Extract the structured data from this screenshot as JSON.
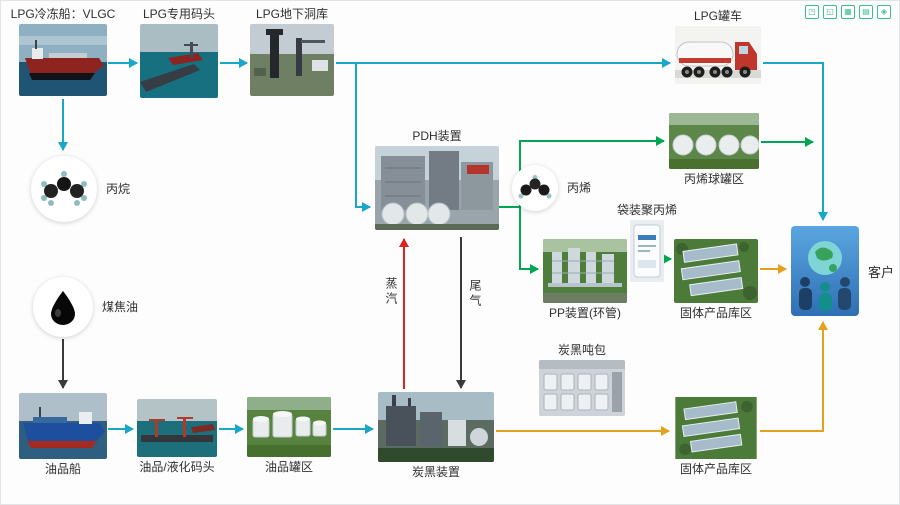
{
  "colors": {
    "teal": "#18a7c9",
    "green": "#00a651",
    "orange": "#e5a11e",
    "red": "#d9241f",
    "dark": "#3a3a3a"
  },
  "toolbar": {
    "icons": [
      {
        "name": "mini-icon-1",
        "glyph": "◳"
      },
      {
        "name": "mini-icon-2",
        "glyph": "◱"
      },
      {
        "name": "mini-icon-3",
        "glyph": "▦"
      },
      {
        "name": "mini-icon-4",
        "glyph": "▤"
      },
      {
        "name": "mini-icon-5",
        "glyph": "◈"
      }
    ]
  },
  "nodes": {
    "lpg_ship": {
      "label": "LPG冷冻船：VLGC"
    },
    "lpg_dock": {
      "label": "LPG专用码头"
    },
    "lpg_cavern": {
      "label": "LPG地下洞库"
    },
    "lpg_truck": {
      "label": "LPG罐车"
    },
    "propane": {
      "label": "丙烷"
    },
    "coal_tar": {
      "label": "煤焦油"
    },
    "oil_ship": {
      "label": "油品船"
    },
    "oil_dock": {
      "label": "油品/液化码头"
    },
    "oil_tanks": {
      "label": "油品罐区"
    },
    "carbon_black_plant": {
      "label": "炭黑装置"
    },
    "pdh_plant": {
      "label": "PDH装置"
    },
    "propylene": {
      "label": "丙烯"
    },
    "propylene_tanks": {
      "label": "丙烯球罐区"
    },
    "bagged_pp": {
      "label": "袋装聚丙烯"
    },
    "pp_plant": {
      "label": "PP装置(环管)"
    },
    "solid_warehouse_mid": {
      "label": "固体产品库区"
    },
    "carbon_black_bags": {
      "label": "炭黑吨包"
    },
    "solid_warehouse_bottom": {
      "label": "固体产品库区"
    },
    "customer": {
      "label": "客户"
    }
  },
  "flow_labels": {
    "steam": "蒸汽",
    "tail_gas": "尾气"
  },
  "edges": [
    {
      "from": "lpg_ship",
      "to": "lpg_dock",
      "color": "teal"
    },
    {
      "from": "lpg_dock",
      "to": "lpg_cavern",
      "color": "teal"
    },
    {
      "from": "lpg_cavern",
      "to": "lpg_truck",
      "color": "teal"
    },
    {
      "from": "lpg_cavern",
      "to": "pdh_plant",
      "color": "teal"
    },
    {
      "from": "lpg_truck",
      "to": "customer",
      "color": "teal"
    },
    {
      "from": "lpg_ship",
      "to": "propane",
      "color": "teal"
    },
    {
      "from": "coal_tar",
      "to": "oil_ship",
      "color": "dark"
    },
    {
      "from": "oil_ship",
      "to": "oil_dock",
      "color": "teal"
    },
    {
      "from": "oil_dock",
      "to": "oil_tanks",
      "color": "teal"
    },
    {
      "from": "oil_tanks",
      "to": "carbon_black_plant",
      "color": "teal"
    },
    {
      "from": "pdh_plant",
      "to": "propylene",
      "color": "green"
    },
    {
      "from": "propylene",
      "to": "propylene_tanks",
      "color": "green"
    },
    {
      "from": "propylene",
      "to": "pp_plant",
      "color": "green"
    },
    {
      "from": "propylene_tanks",
      "to": "customer",
      "color": "green"
    },
    {
      "from": "bagged_pp",
      "to": "solid_warehouse_mid",
      "color": "green"
    },
    {
      "from": "solid_warehouse_mid",
      "to": "customer",
      "color": "orange"
    },
    {
      "from": "carbon_black_plant",
      "to": "solid_warehouse_bottom",
      "color": "orange"
    },
    {
      "from": "solid_warehouse_bottom",
      "to": "customer",
      "color": "orange"
    },
    {
      "from": "carbon_black_plant",
      "to": "pdh_plant",
      "color": "red"
    },
    {
      "from": "pdh_plant",
      "to": "carbon_black_plant",
      "color": "dark"
    }
  ]
}
